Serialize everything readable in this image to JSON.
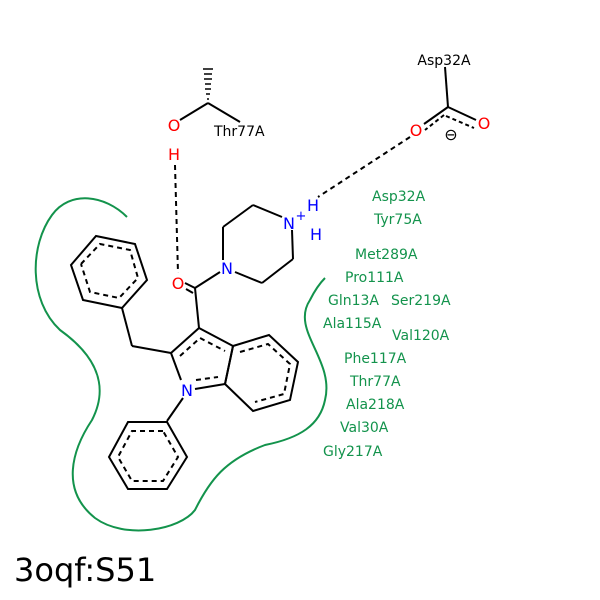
{
  "title": "3oqf:S51",
  "colors": {
    "contact": "#13934c",
    "oxygen": "#ff0000",
    "nitrogen": "#0000ff",
    "bond": "#000000"
  },
  "atoms": {
    "O": "O",
    "N": "N",
    "H": "H",
    "plus": "+",
    "minus": "⊖"
  },
  "hbond_residues": {
    "thr": "Thr77A",
    "asp": "Asp32A"
  },
  "contact_residues": [
    "Asp32A",
    "Tyr75A",
    "Met289A",
    "Pro111A",
    "Gln13A",
    "Ser219A",
    "Ala115A",
    "Val120A",
    "Phe117A",
    "Thr77A",
    "Ala218A",
    "Val30A",
    "Gly217A"
  ]
}
